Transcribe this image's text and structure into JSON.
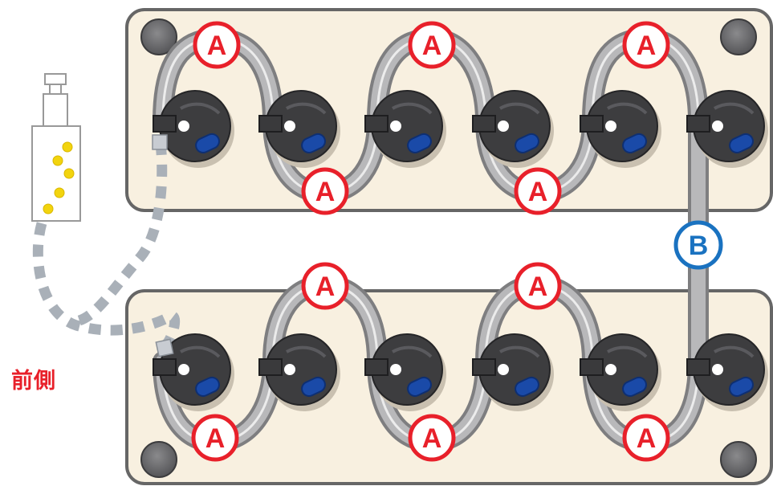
{
  "front_label": "前側",
  "label_a": "A",
  "label_b": "B",
  "colors": {
    "panel_fill": "#f8f0e0",
    "panel_stroke": "#666666",
    "cap_body": "#3d3d3f",
    "valve_blue": "#1a4aa8",
    "tube": "#9a9a9a",
    "label_a_ring": "#e8202a",
    "label_b_ring": "#1a72c0",
    "front_label": "#e8202a",
    "vent_dash": "#a9b0b8",
    "bulb_dot": "#f2d40e"
  },
  "icons": [
    "battery-cap-icon",
    "vent-plug-icon",
    "bottle-icon",
    "bolt-icon"
  ]
}
